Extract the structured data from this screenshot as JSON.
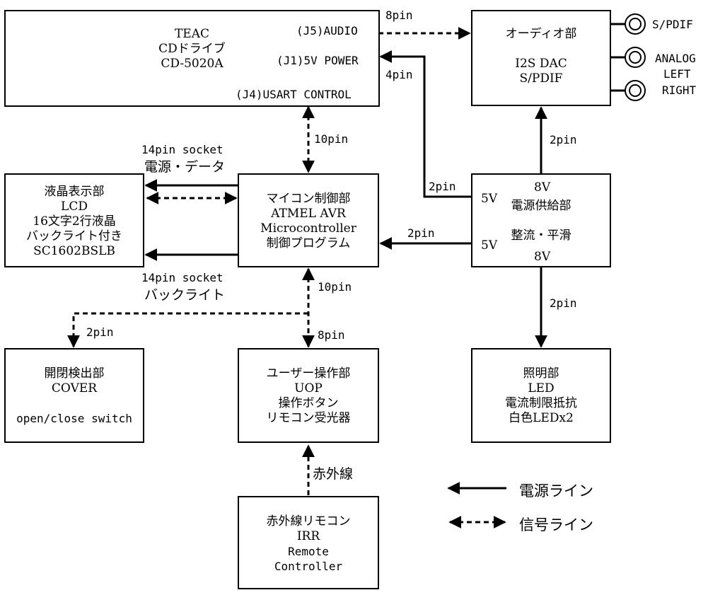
{
  "blocks": {
    "cd_drive": {
      "lines": [
        "TEAC",
        "CDドライブ",
        "CD-5020A"
      ],
      "j5": "(J5)AUDIO",
      "j1": "(J1)5V POWER",
      "j4": "(J4)USART CONTROL"
    },
    "audio": {
      "lines": [
        "オーディオ部",
        "",
        "I2S DAC",
        "S/PDIF"
      ]
    },
    "lcd": {
      "lines": [
        "液晶表示部",
        "LCD",
        "16文字2行液晶",
        "バックライト付き",
        "SC1602BSLB"
      ]
    },
    "mcu": {
      "lines": [
        "マイコン制御部",
        "ATMEL AVR",
        "Microcontroller",
        "制御プログラム"
      ]
    },
    "power": {
      "title1": "電源供給部",
      "title2": "整流・平滑",
      "v8_top": "8V",
      "v5_top": "5V",
      "v5_bottom": "5V",
      "v8_bottom": "8V"
    },
    "cover": {
      "lines": [
        "開閉検出部",
        "COVER",
        "",
        "open/close switch"
      ]
    },
    "uop": {
      "lines": [
        "ユーザー操作部",
        "UOP",
        "操作ボタン",
        "リモコン受光器"
      ]
    },
    "led": {
      "lines": [
        "照明部",
        "LED",
        "電流制限抵抗",
        "白色LEDx2"
      ]
    },
    "irr": {
      "lines": [
        "赤外線リモコン",
        "IRR",
        "Remote",
        "Controller"
      ]
    }
  },
  "connections": {
    "pin8_audio": "8pin",
    "pin4_power": "4pin",
    "pin10_usart": "10pin",
    "pin2_5v_cd": "2pin",
    "pin2_5v_mcu": "2pin",
    "pin2_audio_power": "2pin",
    "pin2_led_power": "2pin",
    "lcd_socket1_line1": "14pin socket",
    "lcd_socket1_line2": "電源・データ",
    "lcd_socket2_line1": "14pin socket",
    "lcd_socket2_line2": "バックライト",
    "pin10_uop": "10pin",
    "pin2_cover": "2pin",
    "pin8_uop": "8pin",
    "infrared": "赤外線"
  },
  "jacks": {
    "spdif": "S/PDIF",
    "analog": "ANALOG",
    "left": "LEFT",
    "right": "RIGHT"
  },
  "legend": {
    "power_line": "電源ライン",
    "signal_line": "信号ライン"
  }
}
